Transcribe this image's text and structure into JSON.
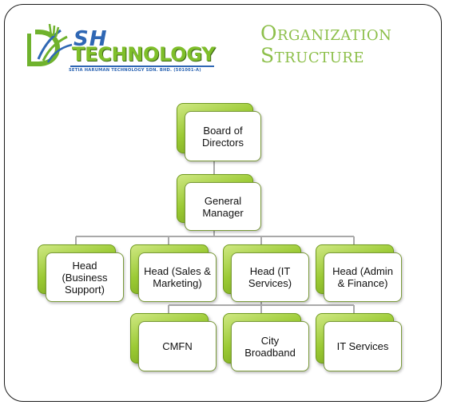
{
  "title": "Organization\nStructure",
  "logo": {
    "brand_top": "SH",
    "brand_bottom": "TECHNOLOGY",
    "subtitle": "SETIA HARUMAN TECHNOLOGY SDN. BHD.   (501001-A)"
  },
  "nodes": {
    "board": "Board of\nDirectors",
    "gm": "General\nManager",
    "head_business_support": "Head\n(Business\nSupport)",
    "head_sales_marketing": "Head (Sales &\nMarketing)",
    "head_it_services": "Head (IT\nServices)",
    "head_admin_finance": "Head (Admin\n& Finance)",
    "cmfn": "CMFN",
    "city_broadband": "City\nBroadband",
    "it_services": "IT Services"
  },
  "colors": {
    "accent_green": "#9bca34",
    "title_green": "#8dbf4a",
    "logo_blue": "#2f67b4",
    "connector": "#a9a9a9"
  }
}
